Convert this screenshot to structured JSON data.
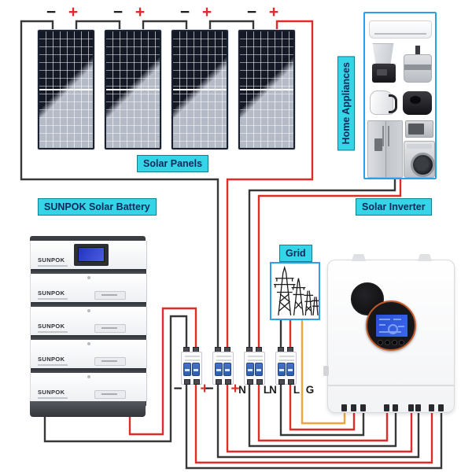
{
  "labels": {
    "solar_panels": "Solar Panels",
    "solar_battery": "SUNPOK Solar Battery",
    "home_appliances": "Home Appliances",
    "solar_inverter": "Solar Inverter",
    "grid": "Grid"
  },
  "panels": [
    {
      "neg": "−",
      "pos": "+"
    },
    {
      "neg": "−",
      "pos": "+"
    },
    {
      "neg": "−",
      "pos": "+"
    },
    {
      "neg": "−",
      "pos": "+"
    }
  ],
  "battery": {
    "brand": "SUNPOK",
    "modules": [
      "SUNPOK",
      "SUNPOK",
      "SUNPOK",
      "SUNPOK",
      "SUNPOK"
    ]
  },
  "breakers": {
    "terminal_labels": [
      "−",
      "+",
      "−",
      "+",
      "N",
      "L",
      "N",
      "L",
      "G"
    ]
  },
  "appliances": [
    "air-conditioner",
    "blender",
    "food-processor",
    "kettle",
    "air-fryer",
    "refrigerator",
    "microwave-oven",
    "washing-machine"
  ],
  "colors": {
    "label-bg": "#35d4e6",
    "label-text": "#0e2a5c",
    "box-border": "#2aa0e8",
    "wire-black": "#383838",
    "wire-red": "#e02b2b",
    "wire-ground": "#f0a43c",
    "breaker-toggle": "#4472c8",
    "lcd-blue": "#3a5ce0",
    "display-ring": "#c05a28"
  }
}
